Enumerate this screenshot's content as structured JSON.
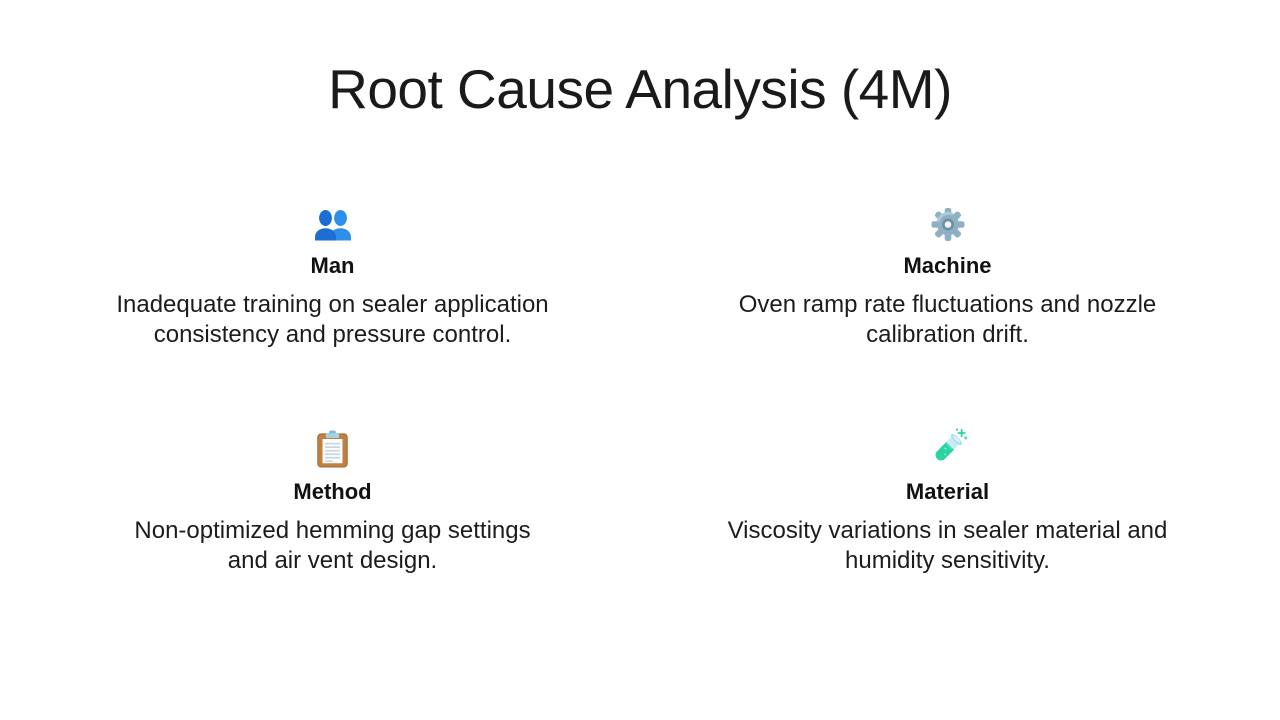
{
  "slide": {
    "title": "Root Cause Analysis (4M)"
  },
  "quadrants": [
    {
      "label": "Man",
      "icon": "people-icon",
      "description": "Inadequate training on sealer application\nconsistency and pressure control."
    },
    {
      "label": "Machine",
      "icon": "gear-icon",
      "description": "Oven ramp rate fluctuations and nozzle\ncalibration drift."
    },
    {
      "label": "Method",
      "icon": "clipboard-icon",
      "description": "Non-optimized hemming gap settings\nand air vent design."
    },
    {
      "label": "Material",
      "icon": "test-tube-icon",
      "description": "Viscosity variations in sealer material and\nhumidity sensitivity."
    }
  ],
  "colors": {
    "background": "#ffffff",
    "title_text": "#1a1a1a",
    "label_text": "#111111",
    "body_text": "#1c1c1c",
    "man_icon_dark_blue": "#1b6ed2",
    "man_icon_light_blue": "#2e8fea",
    "gear_icon_steel_blue": "#8fb0c4",
    "clipboard_frame_brown": "#c0803f",
    "clipboard_clip_blue": "#a5d2e2",
    "test_tube_liquid_teal": "#2bd3a4",
    "test_tube_glass_blue": "#c8ebf5"
  }
}
